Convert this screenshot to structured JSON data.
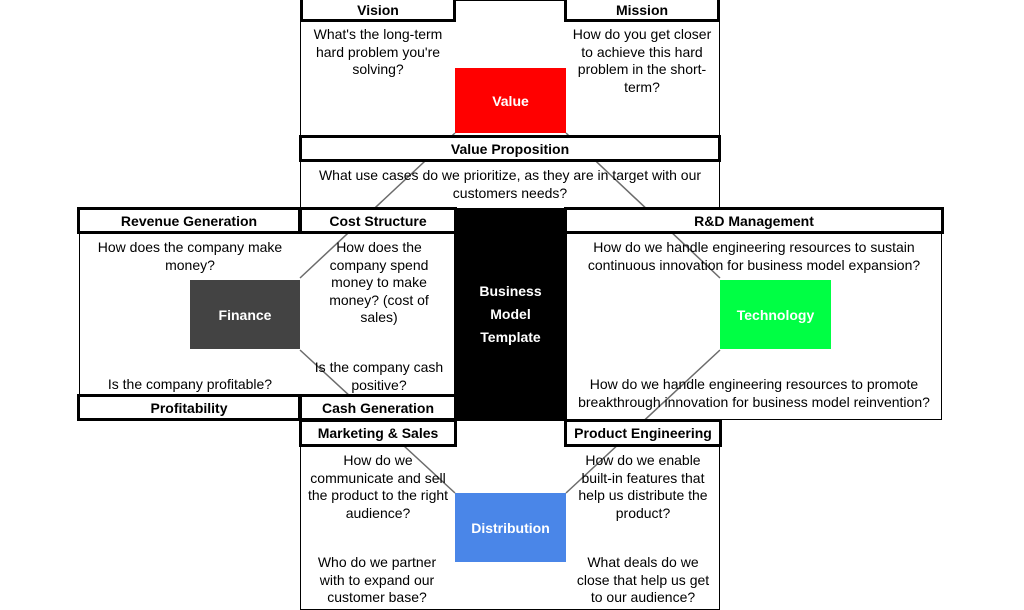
{
  "sections": {
    "vision": {
      "title": "Vision",
      "question": "What's the long-term hard problem you're solving?"
    },
    "mission": {
      "title": "Mission",
      "question": "How do you get closer to achieve this hard problem in the short-term?"
    },
    "value_proposition": {
      "title": "Value Proposition",
      "question": "What use cases do we prioritize, as they are in target with our customers needs?"
    },
    "revenue_generation": {
      "title": "Revenue Generation",
      "question": "How does the company make money?"
    },
    "cost_structure": {
      "title": "Cost Structure",
      "question": "How does the company spend money to make money? (cost of sales)"
    },
    "profitability": {
      "title": "Profitability",
      "question": "Is the company profitable?"
    },
    "cash_generation": {
      "title": "Cash Generation",
      "question": "Is the company cash positive?"
    },
    "rd_management": {
      "title": "R&D Management",
      "question_top": "How do we handle engineering resources to sustain continuous innovation for business model expansion?",
      "question_bottom": "How do we handle engineering resources to promote breakthrough innovation for business model reinvention?"
    },
    "marketing_sales": {
      "title": "Marketing & Sales",
      "question_top": "How do we communicate and sell the product to the right audience?",
      "question_bottom": "Who do we partner with to expand our customer base?"
    },
    "product_engineering": {
      "title": "Product Engineering",
      "question_top": "How do we enable built-in features that help us distribute the product?",
      "question_bottom": "What deals do we close that help us get to our audience?"
    }
  },
  "pillars": {
    "value": {
      "label": "Value",
      "color": "#ff0000"
    },
    "finance": {
      "label": "Finance",
      "color": "#434343"
    },
    "technology": {
      "label": "Technology",
      "color": "#00ff44"
    },
    "distribution": {
      "label": "Distribution",
      "color": "#4a86e8"
    }
  },
  "center": {
    "line1": "Business",
    "line2": "Model",
    "line3": "Template",
    "color": "#000000"
  }
}
